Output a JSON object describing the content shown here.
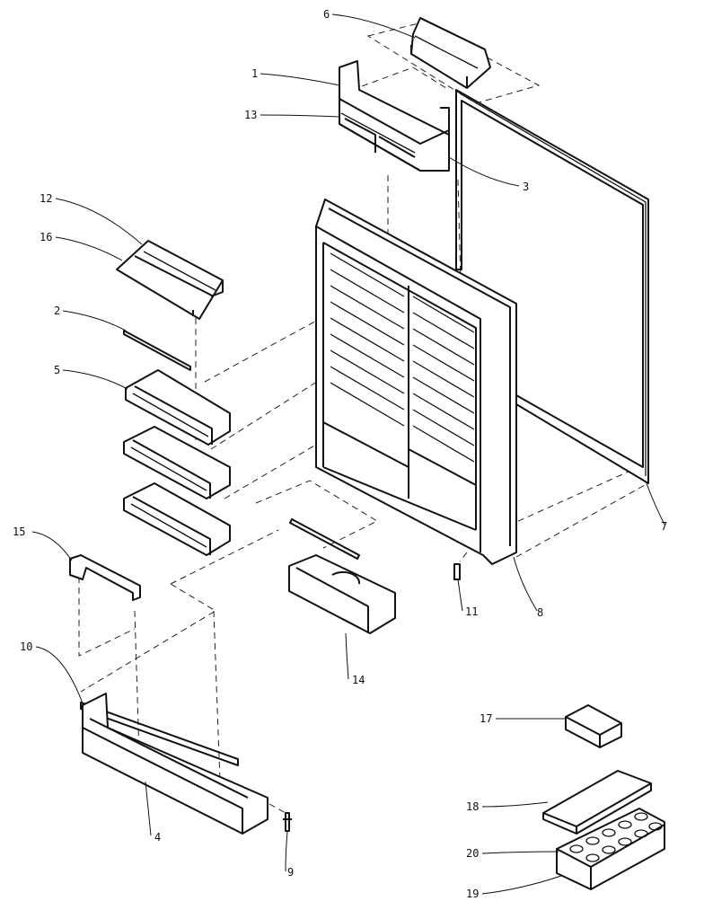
{
  "diagram": {
    "callouts": [
      {
        "label": "1"
      },
      {
        "label": "2"
      },
      {
        "label": "3"
      },
      {
        "label": "4"
      },
      {
        "label": "5"
      },
      {
        "label": "6"
      },
      {
        "label": "7"
      },
      {
        "label": "8"
      },
      {
        "label": "9"
      },
      {
        "label": "10"
      },
      {
        "label": "11"
      },
      {
        "label": "12"
      },
      {
        "label": "13"
      },
      {
        "label": "14"
      },
      {
        "label": "15"
      },
      {
        "label": "16"
      },
      {
        "label": "17"
      },
      {
        "label": "18"
      },
      {
        "label": "19"
      },
      {
        "label": "20"
      }
    ]
  }
}
